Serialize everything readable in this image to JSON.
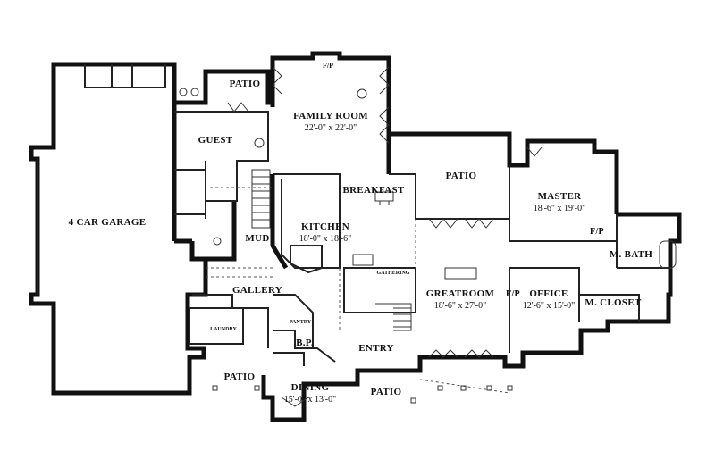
{
  "rooms": {
    "garage": {
      "label": "4 CAR GARAGE",
      "dims": ""
    },
    "patio_top": {
      "label": "PATIO",
      "dims": ""
    },
    "family": {
      "label": "FAMILY ROOM",
      "dims": "22'-0\" x 22'-0\""
    },
    "fp_family": {
      "label": "F/P",
      "dims": ""
    },
    "guest": {
      "label": "GUEST",
      "dims": ""
    },
    "patio_mid": {
      "label": "PATIO",
      "dims": ""
    },
    "breakfast": {
      "label": "BREAKFAST",
      "dims": ""
    },
    "kitchen": {
      "label": "KITCHEN",
      "dims": "18'-0\" x 18'-6\""
    },
    "master": {
      "label": "MASTER",
      "dims": "18'-6\" x 19'-0\""
    },
    "fp_master": {
      "label": "F/P",
      "dims": ""
    },
    "mbath": {
      "label": "M. BATH",
      "dims": ""
    },
    "mud": {
      "label": "MUD",
      "dims": ""
    },
    "gallery": {
      "label": "GALLERY",
      "dims": ""
    },
    "gathering": {
      "label": "GATHERING",
      "dims": ""
    },
    "greatroom": {
      "label": "GREATROOM",
      "dims": "18'-6\" x 27'-0\""
    },
    "fp_great": {
      "label": "F/P",
      "dims": ""
    },
    "office": {
      "label": "OFFICE",
      "dims": "12'-6\" x 15'-0\""
    },
    "mcloset": {
      "label": "M. CLOSET",
      "dims": ""
    },
    "laundry": {
      "label": "LAUNDRY",
      "dims": ""
    },
    "pantry": {
      "label": "PANTRY",
      "dims": ""
    },
    "bp": {
      "label": "B.P.",
      "dims": ""
    },
    "entry": {
      "label": "ENTRY",
      "dims": ""
    },
    "patio_left": {
      "label": "PATIO",
      "dims": ""
    },
    "dining": {
      "label": "DINING",
      "dims": "15'-0\" x 13'-0\""
    },
    "patio_front": {
      "label": "PATIO",
      "dims": ""
    }
  }
}
